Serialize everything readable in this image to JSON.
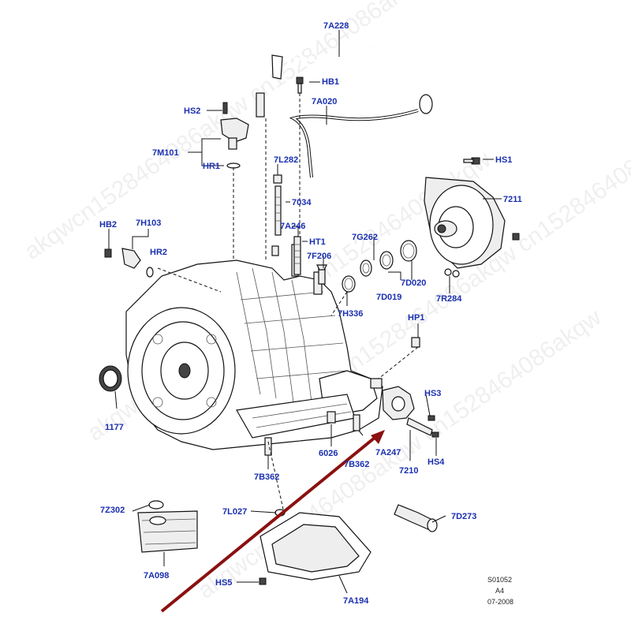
{
  "labels": {
    "7A228": "7A228",
    "HB1": "HB1",
    "7A020": "7A020",
    "HS2": "HS2",
    "7M101": "7M101",
    "HR1": "HR1",
    "7L282": "7L282",
    "7034": "7034",
    "HS1": "HS1",
    "7211": "7211",
    "HB2": "HB2",
    "7H103": "7H103",
    "HR2": "HR2",
    "7A246": "7A246",
    "HT1": "HT1",
    "7G262": "7G262",
    "7F206": "7F206",
    "7D020": "7D020",
    "7D019": "7D019",
    "7R284": "7R284",
    "7H336": "7H336",
    "HP1": "HP1",
    "1177": "1177",
    "HS3": "HS3",
    "6026": "6026",
    "7B362a": "7B362",
    "7A247": "7A247",
    "HS4": "HS4",
    "7210": "7210",
    "7B362b": "7B362",
    "7Z302": "7Z302",
    "7L027": "7L027",
    "7D273": "7D273",
    "7A098": "7A098",
    "HS5": "HS5",
    "7A194": "7A194"
  },
  "code_block": {
    "line1": "S01052",
    "line2": "A4",
    "line3": "07-2008"
  },
  "watermark": "akqwcn1528464086akqw cn1528464086akqw",
  "colors": {
    "label": "#1a2fb0",
    "arrow": "#8b1010",
    "stroke": "#111111"
  }
}
